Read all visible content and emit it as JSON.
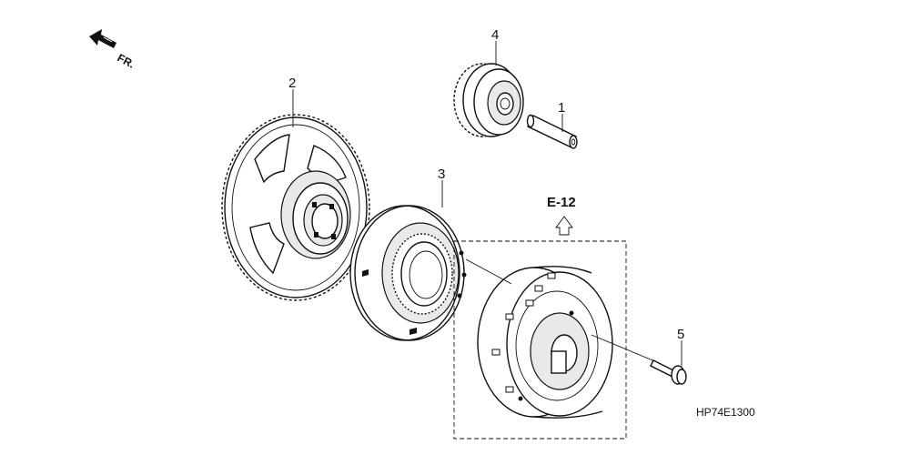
{
  "direction_label": "FR.",
  "callouts": {
    "part1": "1",
    "part2": "2",
    "part3": "3",
    "part4": "4",
    "part5": "5"
  },
  "reference_label": "E-12",
  "diagram_code": "HP74E1300"
}
